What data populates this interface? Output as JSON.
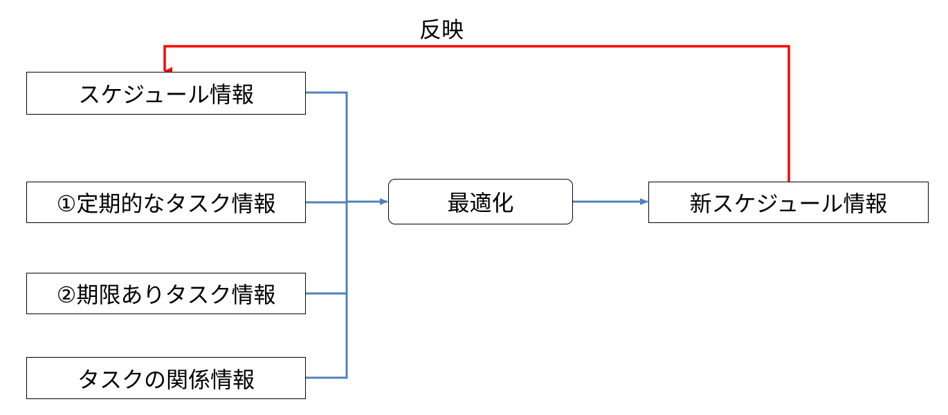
{
  "diagram": {
    "feedback_label": "反映",
    "inputs": [
      {
        "id": "schedule",
        "label": "スケジュール情報"
      },
      {
        "id": "periodic",
        "label": "①定期的なタスク情報"
      },
      {
        "id": "deadline",
        "label": "②期限ありタスク情報"
      },
      {
        "id": "relation",
        "label": "タスクの関係情報"
      }
    ],
    "process": {
      "label": "最適化"
    },
    "output": {
      "label": "新スケジュール情報"
    },
    "colors": {
      "input_connector": "#4F81BD",
      "feedback_connector": "#FF0000",
      "box_border": "#000000",
      "text": "#000000"
    }
  }
}
